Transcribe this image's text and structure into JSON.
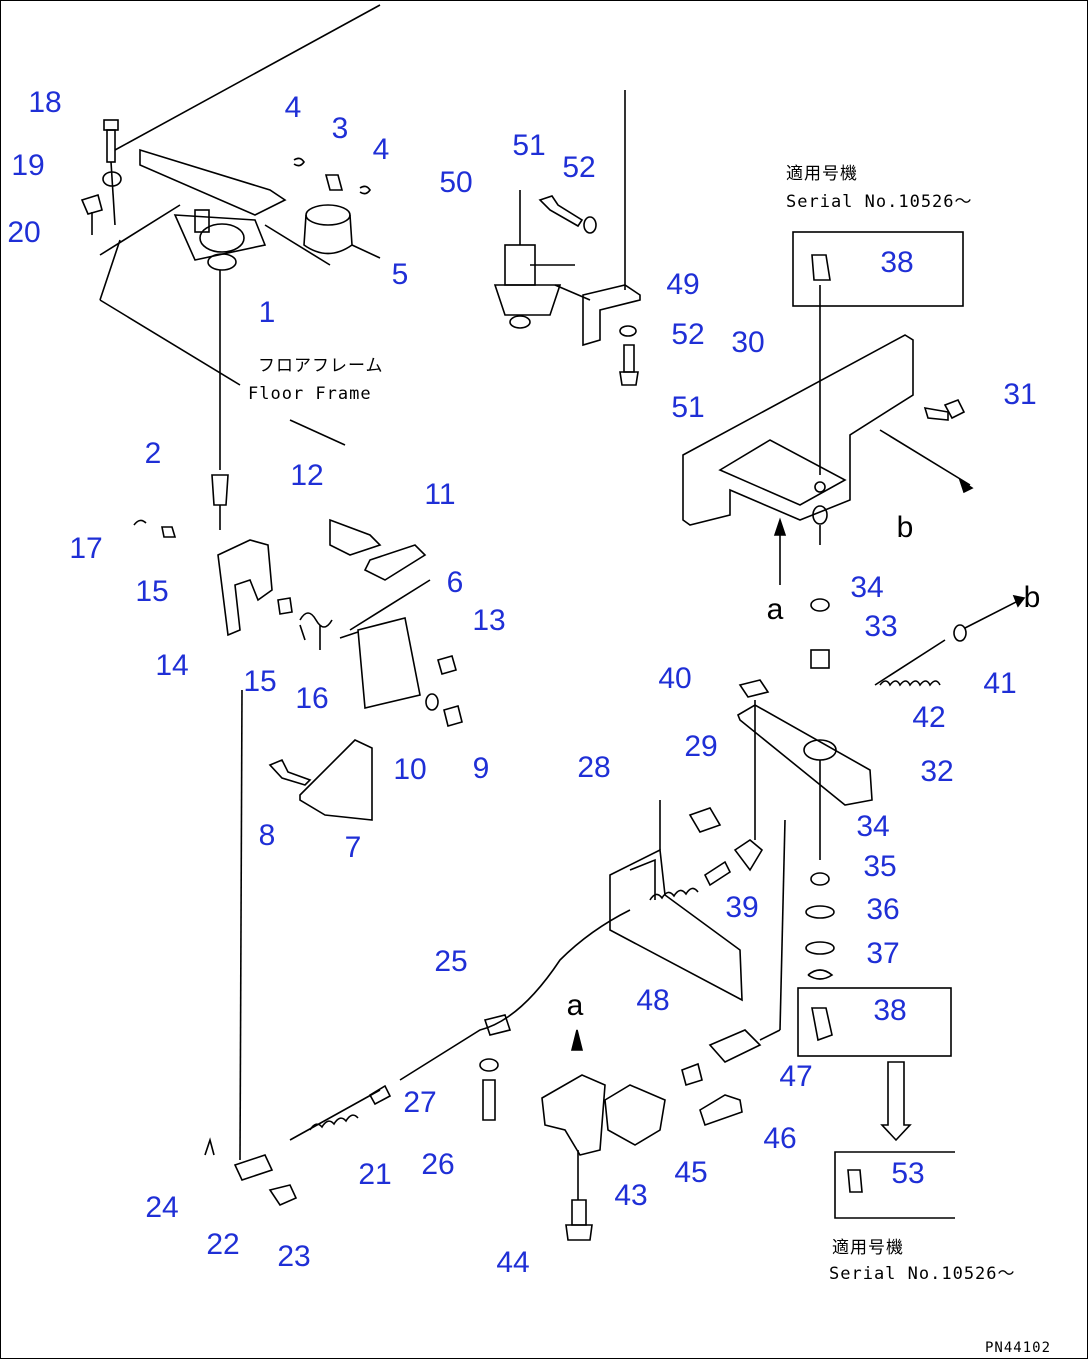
{
  "part_numbers": [
    "1",
    "2",
    "3",
    "4",
    "4",
    "5",
    "6",
    "7",
    "8",
    "9",
    "10",
    "11",
    "12",
    "13",
    "14",
    "15",
    "15",
    "16",
    "17",
    "18",
    "19",
    "20",
    "21",
    "22",
    "23",
    "24",
    "25",
    "26",
    "27",
    "28",
    "29",
    "30",
    "31",
    "32",
    "33",
    "34",
    "34",
    "35",
    "36",
    "37",
    "38",
    "38",
    "39",
    "40",
    "41",
    "42",
    "43",
    "44",
    "45",
    "46",
    "47",
    "48",
    "49",
    "50",
    "51",
    "51",
    "52",
    "52",
    "53"
  ],
  "notes": {
    "floor_frame_jp": "フロアフレーム",
    "floor_frame_en": "Floor Frame",
    "serial_top_jp": "適用号機",
    "serial_top_en": "Serial No.10526～",
    "serial_bottom_jp": "適用号機",
    "serial_bottom_en": "Serial No.10526～"
  },
  "view_marks": {
    "a": "a",
    "b": "b"
  },
  "drawing_code": "PN44102",
  "colors": {
    "label": "#1f2fd6",
    "line": "#000000"
  }
}
